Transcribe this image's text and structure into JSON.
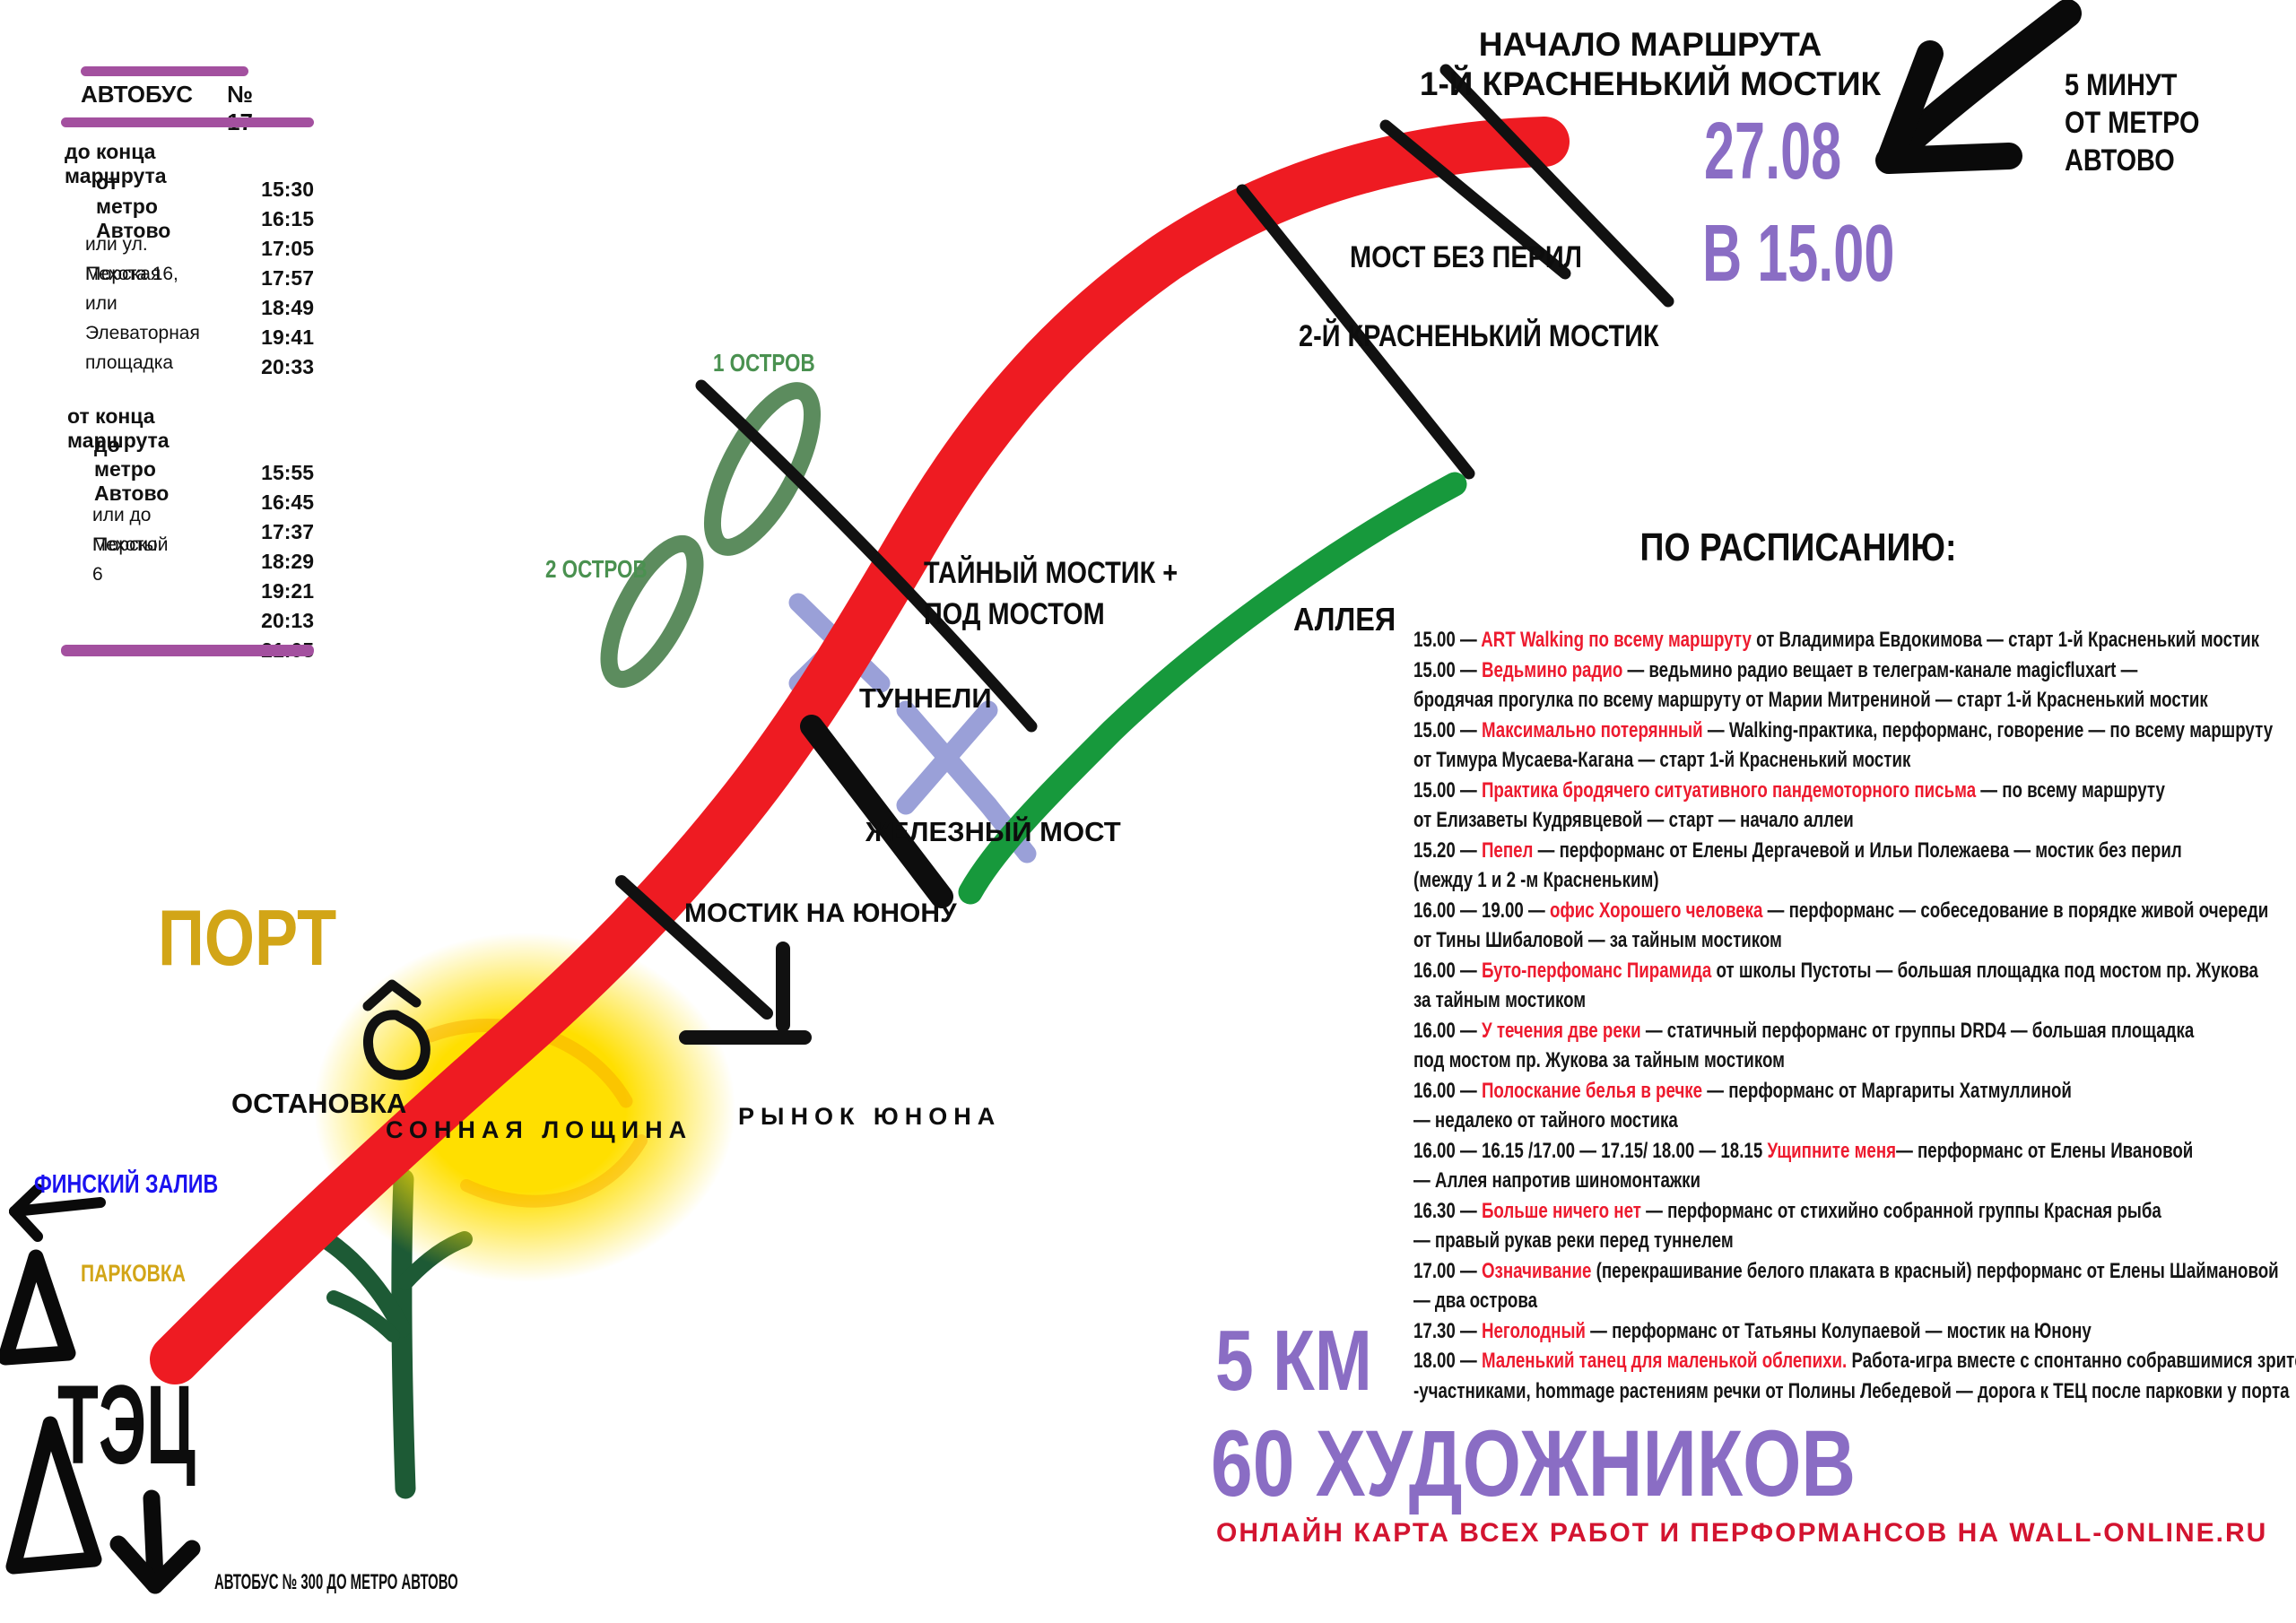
{
  "colors": {
    "purple_accent": "#8a6dc4",
    "bar_magenta": "#a3509f",
    "route_red": "#ee1b22",
    "event_red": "#ed1a2e",
    "link_red": "#d31430",
    "gold": "#d2a517",
    "bay_blue": "#1b12f0",
    "island_green": "#5c8c5e",
    "alley_green": "#17993c",
    "tunnel_lavender": "#9aa0d8",
    "flower_green": "#1d5a35",
    "glow_yellow": "#ffdf00"
  },
  "bus_panel": {
    "title": "АВТОБУС",
    "number": "№ 17",
    "section1": {
      "heading1": "до конца маршрута",
      "heading2": "от метро Автово",
      "left_labels": [
        "или ул. Морская",
        "Пехота 16,",
        "или",
        "Элеваторная",
        "площадка"
      ],
      "times": [
        "15:30",
        "16:15",
        "17:05",
        "17:57",
        "18:49",
        "19:41",
        "20:33"
      ]
    },
    "section2": {
      "heading1": "от конца маршрута",
      "heading2": "до метро Автово",
      "left_labels": [
        "или до Морской",
        "Пехоты 6"
      ],
      "times": [
        "15:55",
        "16:45",
        "17:37",
        "18:29",
        "19:21",
        "20:13",
        "21:05"
      ]
    }
  },
  "header": {
    "route_start1": "НАЧАЛО МАРШРУТА",
    "route_start2": "1-Й КРАСНЕНЬКИЙ МОСТИК",
    "date": "27.08",
    "time": "В 15.00",
    "metro1": "5 МИНУТ",
    "metro2": "ОТ МЕТРО",
    "metro3": "АВТОВО"
  },
  "map": {
    "island1": "1 ОСТРОВ",
    "island2": "2 ОСТРОВ",
    "no_rails": "МОСТ БЕЗ ПЕРИЛ",
    "bridge2": "2-Й КРАСНЕНЬКИЙ МОСТИК",
    "secret1": "ТАЙНЫЙ МОСТИК +",
    "secret2": "ПОД МОСТОМ",
    "alley": "АЛЛЕЯ",
    "tunnels": "ТУННЕЛИ",
    "iron": "ЖЕЛЕЗНЫЙ МОСТ",
    "yunona_bridge": "МОСТИК НА ЮНОНУ",
    "market": "РЫНОК ЮНОНА",
    "sleepy": "СОННАЯ ЛОЩИНА",
    "port": "ПОРТ",
    "stop": "ОСТАНОВКА",
    "bay": "ФИНСКИЙ ЗАЛИВ",
    "parking": "ПАРКОВКА",
    "tec": "ТЭЦ"
  },
  "schedule": {
    "heading": "ПО РАСПИСАНИЮ:",
    "lines": [
      [
        [
          "15.00 — ",
          "k"
        ],
        [
          "ART Walking по всему маршруту ",
          "r"
        ],
        [
          "от Владимира Евдокимова — старт 1-й Красненький мостик",
          "k"
        ]
      ],
      [
        [
          "15.00 — ",
          "k"
        ],
        [
          "Ведьмино радио ",
          "r"
        ],
        [
          "— ведьмино радио вещает в телеграм-канале magicfluxart —",
          "k"
        ]
      ],
      [
        [
          "бродячая прогулка по всему маршруту от Марии Митрениной — старт  1-й Красненький мостик",
          "k"
        ]
      ],
      [
        [
          "15.00 — ",
          "k"
        ],
        [
          "Максимально потерянный ",
          "r"
        ],
        [
          "— Walking-практика, перформанс, говорение —  по всему маршруту",
          "k"
        ]
      ],
      [
        [
          "от Тимура Мусаева-Кагана — старт  1-й Красненький мостик",
          "k"
        ]
      ],
      [
        [
          "15.00 — ",
          "k"
        ],
        [
          "Практика бродячего ситуативного пандемоторного  письма ",
          "r"
        ],
        [
          "— по всему маршруту",
          "k"
        ]
      ],
      [
        [
          "от Елизаветы Кудрявцевой — старт —  начало аллеи",
          "k"
        ]
      ],
      [
        [
          "15.20 — ",
          "k"
        ],
        [
          "Пепел ",
          "r"
        ],
        [
          "— перформанс от  Елены Дергачевой и Ильи Полежаева — мостик без перил",
          "k"
        ]
      ],
      [
        [
          "(между 1 и 2 -м Красненьким)",
          "k"
        ]
      ],
      [
        [
          "16.00 — 19.00 — ",
          "k"
        ],
        [
          "офис Хорошего человека ",
          "r"
        ],
        [
          "— перформанс — собеседование в порядке живой очереди",
          "k"
        ]
      ],
      [
        [
          "от Тины Шибаловой — за тайным мостиком",
          "k"
        ]
      ],
      [
        [
          "16.00 — ",
          "k"
        ],
        [
          "Буто-перфоманс Пирамида ",
          "r"
        ],
        [
          "от школы Пустоты — большая площадка под мостом пр. Жукова",
          "k"
        ]
      ],
      [
        [
          "за тайным мостиком",
          "k"
        ]
      ],
      [
        [
          "16.00 — ",
          "k"
        ],
        [
          "У течения две реки ",
          "r"
        ],
        [
          "— статичный перформанс от группы DRD4 — большая площадка",
          "k"
        ]
      ],
      [
        [
          "под мостом пр. Жукова за тайным мостиком",
          "k"
        ]
      ],
      [
        [
          "16.00 — ",
          "k"
        ],
        [
          "Полоскание белья в речке ",
          "r"
        ],
        [
          "— перформанс от Маргариты Хатмуллиной",
          "k"
        ]
      ],
      [
        [
          "— недалеко от тайного мостика",
          "k"
        ]
      ],
      [
        [
          "16.00 — 16.15 /17.00 — 17.15/ 18.00 — 18.15 ",
          "k"
        ],
        [
          "Ущипните меня",
          "r"
        ],
        [
          "— перформанс от Елены Ивановой",
          "k"
        ]
      ],
      [
        [
          "— Аллея напротив шиномонтажки",
          "k"
        ]
      ],
      [
        [
          "16.30  — ",
          "k"
        ],
        [
          "Больше ничего нет ",
          "r"
        ],
        [
          "— перформанс от стихийно собранной группы Красная рыба",
          "k"
        ]
      ],
      [
        [
          "— правый рукав реки перед туннелем",
          "k"
        ]
      ],
      [
        [
          "17.00 — ",
          "k"
        ],
        [
          "Означивание ",
          "r"
        ],
        [
          "(перекрашивание белого плаката в красный) перформанс от Елены Шаймановой",
          "k"
        ]
      ],
      [
        [
          "— два острова",
          "k"
        ]
      ],
      [
        [
          "17.30 — ",
          "k"
        ],
        [
          "Неголодный ",
          "r"
        ],
        [
          "— перформанс от Татьяны Колупаевой — мостик на Юнону",
          "k"
        ]
      ],
      [
        [
          "18.00 — ",
          "k"
        ],
        [
          "Маленький танец для маленькой облепихи. ",
          "r"
        ],
        [
          "Работа-игра вместе с спонтанно собравшимися зрителями",
          "k"
        ]
      ],
      [
        [
          "-участниками, hommage растениям речки от Полины Лебедевой  — дорога к ТЕЦ после парковки  у порта",
          "k"
        ]
      ]
    ]
  },
  "footer": {
    "km": "5 КМ",
    "artists": "60 ХУДОЖНИКОВ",
    "online": "ОНЛАЙН КАРТА ВСЕХ РАБОТ И ПЕРФОРМАНСОВ НА WALL-ONLINE.RU",
    "bus300": "АВТОБУС № 300 ДО МЕТРО АВТОВО"
  }
}
